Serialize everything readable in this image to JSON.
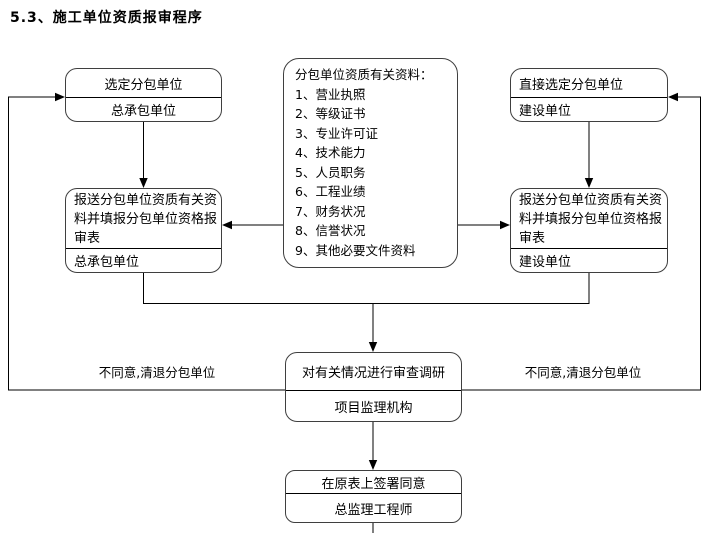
{
  "title": "5.3、施工单位资质报审程序",
  "colors": {
    "line": "#000000",
    "box_border": "#3f3f3f",
    "background": "#ffffff"
  },
  "boxes": {
    "select_sub": {
      "action": "选定分包单位",
      "actor": "总承包单位"
    },
    "direct_select": {
      "action": "直接选定分包单位",
      "actor": "建设单位"
    },
    "materials": {
      "title": "分包单位资质有关资料：",
      "items": [
        "1、营业执照",
        "2、等级证书",
        "3、专业许可证",
        "4、技术能力",
        "5、人员职务",
        "6、工程业绩",
        "7、财务状况",
        "8、信誉状况",
        "9、其他必要文件资料"
      ]
    },
    "submit_left": {
      "action": "报送分包单位资质有关资料并填报分包单位资格报审表",
      "actor": "总承包单位"
    },
    "submit_right": {
      "action": "报送分包单位资质有关资料并填报分包单位资格报审表",
      "actor": "建设单位"
    },
    "review": {
      "action": "对有关情况进行审查调研",
      "actor": "项目监理机构"
    },
    "sign": {
      "action": "在原表上签署同意",
      "actor": "总监理工程师"
    }
  },
  "labels": {
    "reject_left": "不同意,清退分包单位",
    "reject_right": "不同意,清退分包单位"
  }
}
